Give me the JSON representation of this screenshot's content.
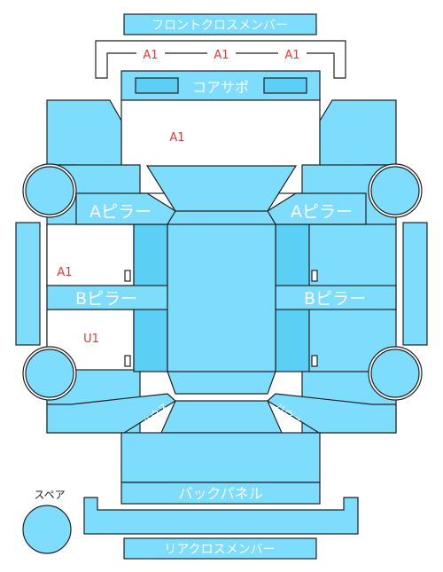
{
  "labels": {
    "front_cross_member": "フロントクロスメンバー",
    "core_support": "コアサポ",
    "a_pillar_left": "Aピラー",
    "a_pillar_right": "Aピラー",
    "b_pillar_left": "Bピラー",
    "b_pillar_right": "Bピラー",
    "back_panel": "バックパネル",
    "rear_cross_member": "リアクロスメンバー",
    "spare": "スペア",
    "corner_left": "ハウス",
    "corner_right": "ハウス"
  },
  "damage_codes": {
    "front_member_1": "A1",
    "front_member_2": "A1",
    "front_member_3": "A1",
    "core_area": "A1",
    "left_upper": "A1",
    "left_lower": "U1"
  },
  "colors": {
    "panel_fill": "#7edcfd",
    "panel_dark": "#5ccff5",
    "outline": "#222222",
    "code_red": "#e53935",
    "label_white": "#ffffff"
  }
}
